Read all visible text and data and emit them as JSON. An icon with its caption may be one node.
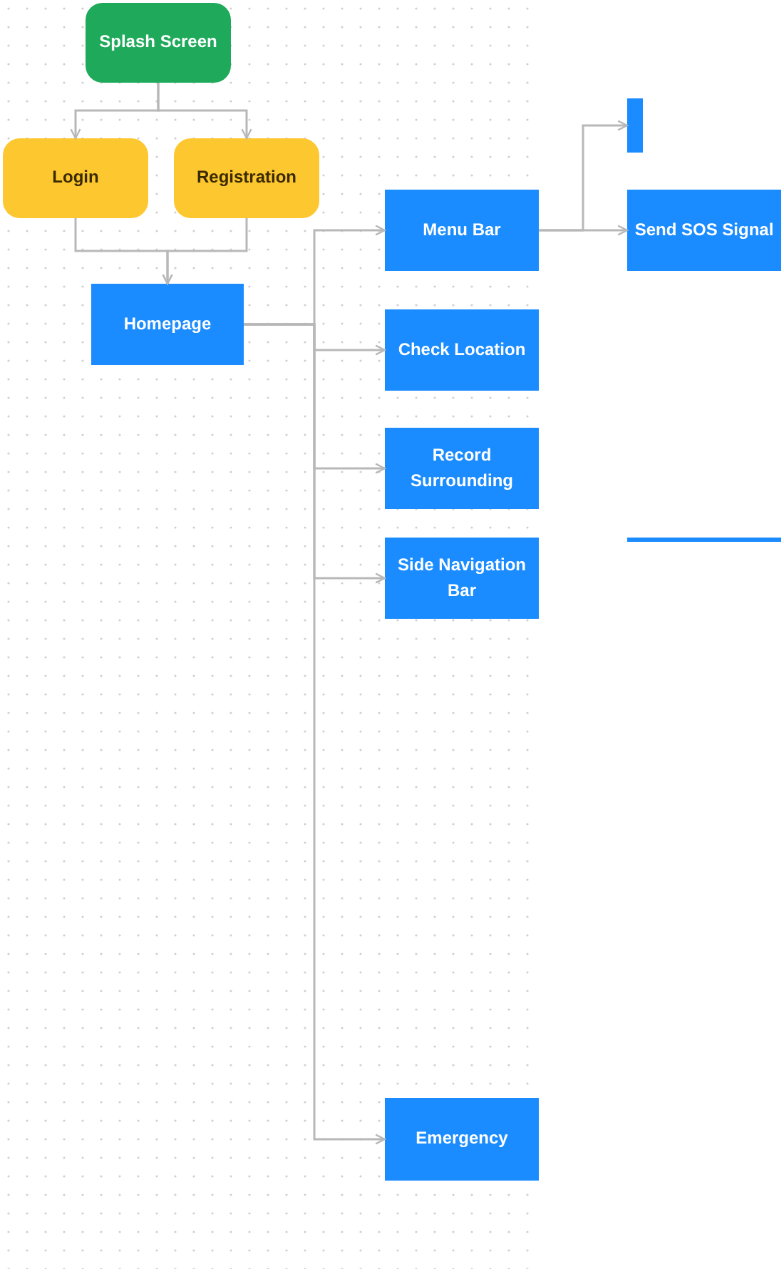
{
  "diagram": {
    "nodes": [
      {
        "text": [
          "Splash Screen"
        ]
      },
      {
        "text": [
          "Login"
        ]
      },
      {
        "text": [
          "Registration"
        ]
      },
      {
        "text": [
          "Homepage"
        ]
      },
      {
        "text": [
          "Menu Bar"
        ]
      },
      {
        "text": [
          "Check Location"
        ]
      },
      {
        "text": [
          "Record Surrounding"
        ]
      },
      {
        "text": [
          "Side Navigation Bar"
        ]
      },
      {
        "text": [
          "Emergency"
        ]
      },
      {
        "text": [],
        "shape": "bar"
      },
      {
        "text": [
          "Send SOS Signal"
        ]
      }
    ],
    "edges": [
      {
        "from": 0,
        "to": 1,
        "arrow": "to"
      },
      {
        "from": 0,
        "to": 2,
        "arrow": "to"
      },
      {
        "from": 1,
        "to": 3,
        "arrow": "to"
      },
      {
        "from": 2,
        "to": 3,
        "arrow": "to"
      },
      {
        "from": 3,
        "to": 4,
        "arrow": "to"
      },
      {
        "from": 3,
        "to": 5,
        "arrow": "to"
      },
      {
        "from": 3,
        "to": 6,
        "arrow": "to"
      },
      {
        "from": 3,
        "to": 7,
        "arrow": "to"
      },
      {
        "from": 3,
        "to": 8,
        "arrow": "to"
      },
      {
        "from": 4,
        "to": 9,
        "arrow": "to"
      },
      {
        "from": 4,
        "to": 10,
        "arrow": "to"
      }
    ]
  }
}
